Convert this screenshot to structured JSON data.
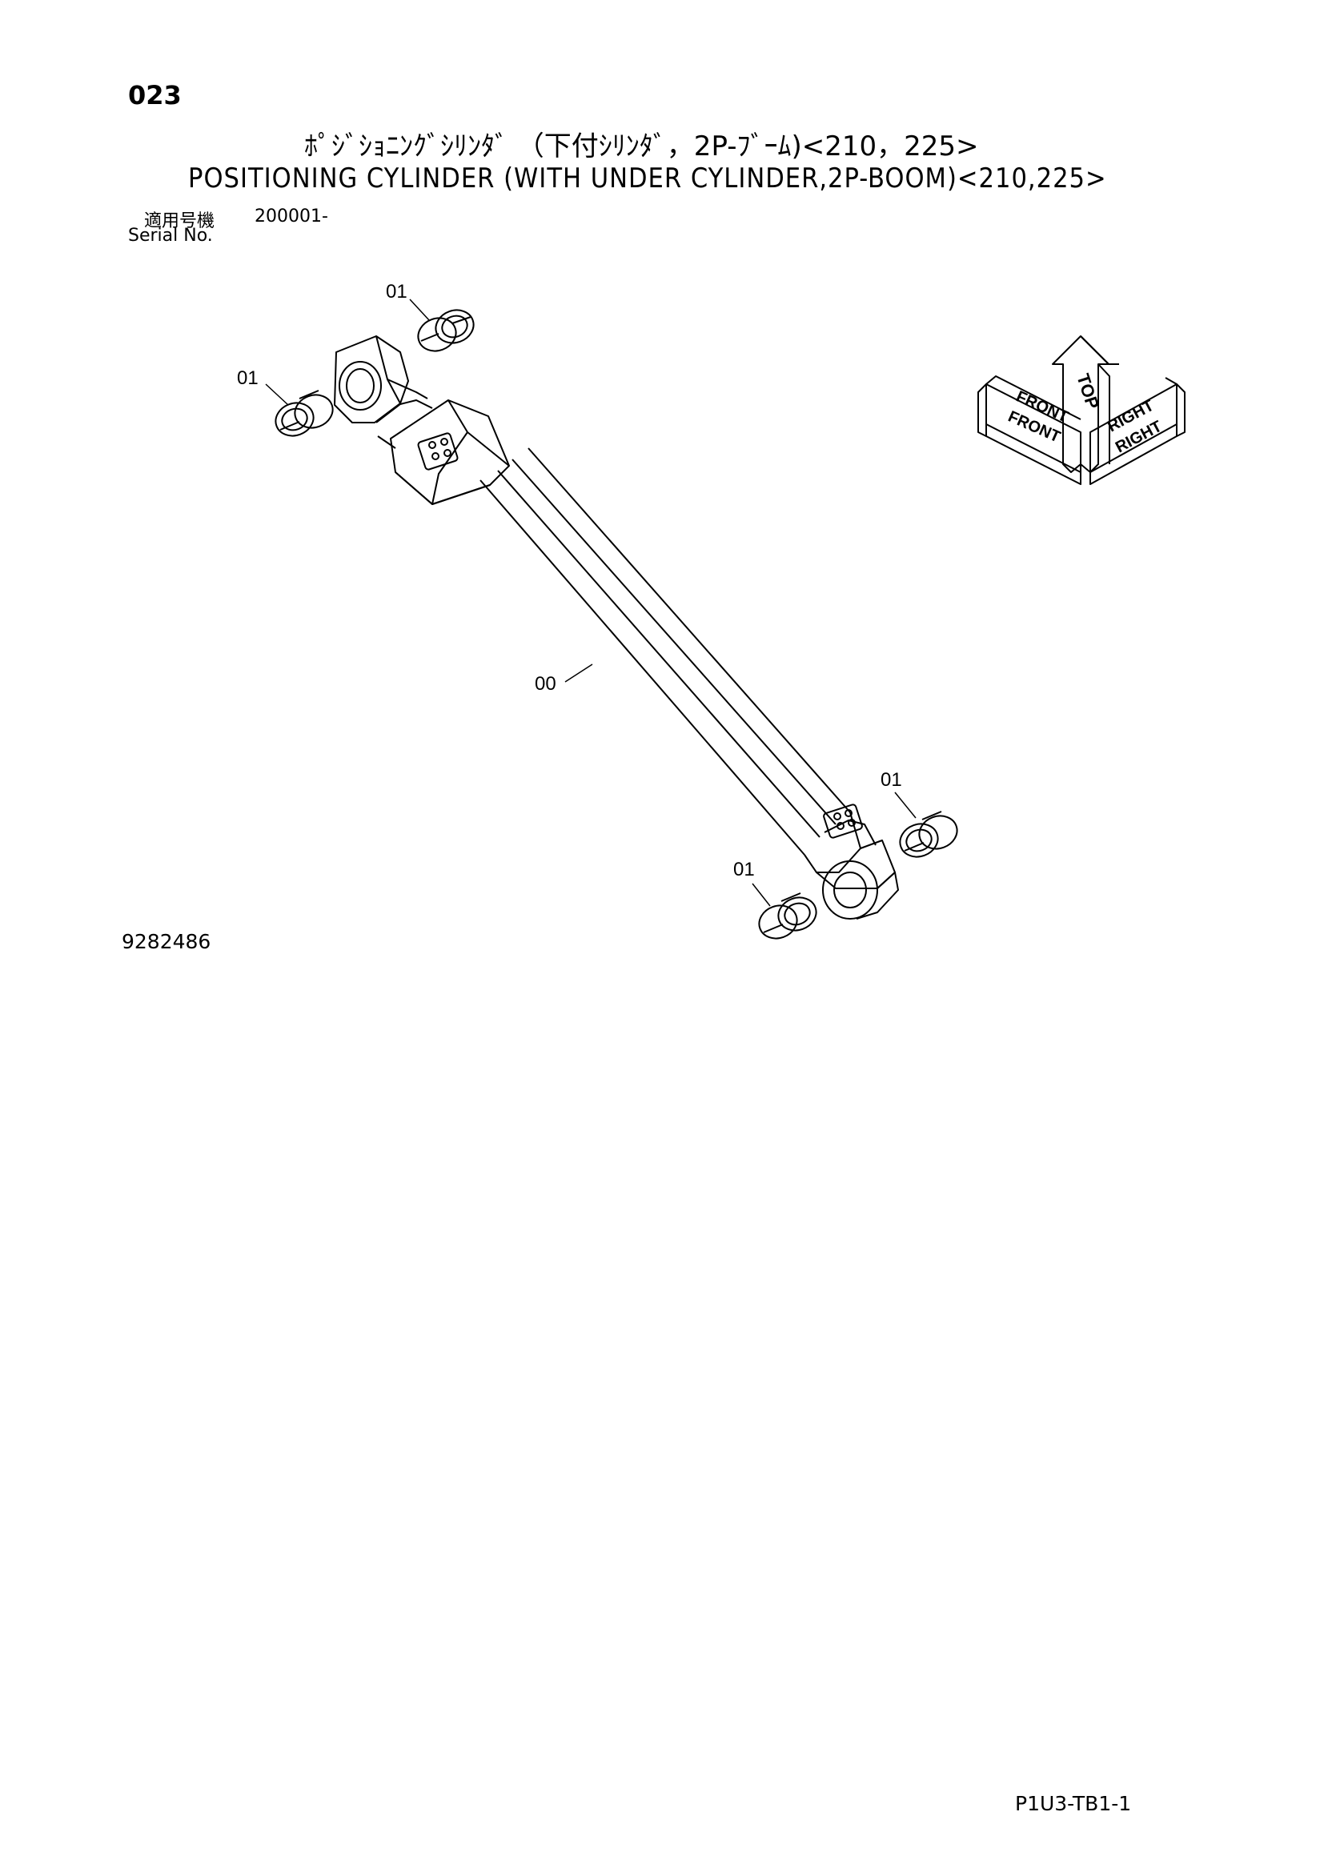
{
  "header": {
    "page_number": "023",
    "title_jp": "ﾎﾟｼﾞｼｮﾆﾝｸﾞｼﾘﾝﾀﾞ （下付ｼﾘﾝﾀﾞ，2P-ﾌﾞｰﾑ)<210，225>",
    "title_en": "POSITIONING CYLINDER (WITH UNDER CYLINDER,2P-BOOM)<210,225>",
    "serial_label_jp": "適用号機",
    "serial_value": "200001-",
    "serial_label_en": "Serial No."
  },
  "callouts": {
    "cylinder": "00",
    "bushing_top_right": "01",
    "bushing_top_left": "01",
    "bushing_bottom_right": "01",
    "bushing_bottom_left": "01"
  },
  "orientation": {
    "top": "TOP",
    "front_upper": "FRONT",
    "front_lower": "FRONT",
    "right_upper": "RIGHT",
    "right_lower": "RIGHT"
  },
  "footer": {
    "drawing_number": "9282486",
    "sheet_code": "P1U3-TB1-1"
  }
}
